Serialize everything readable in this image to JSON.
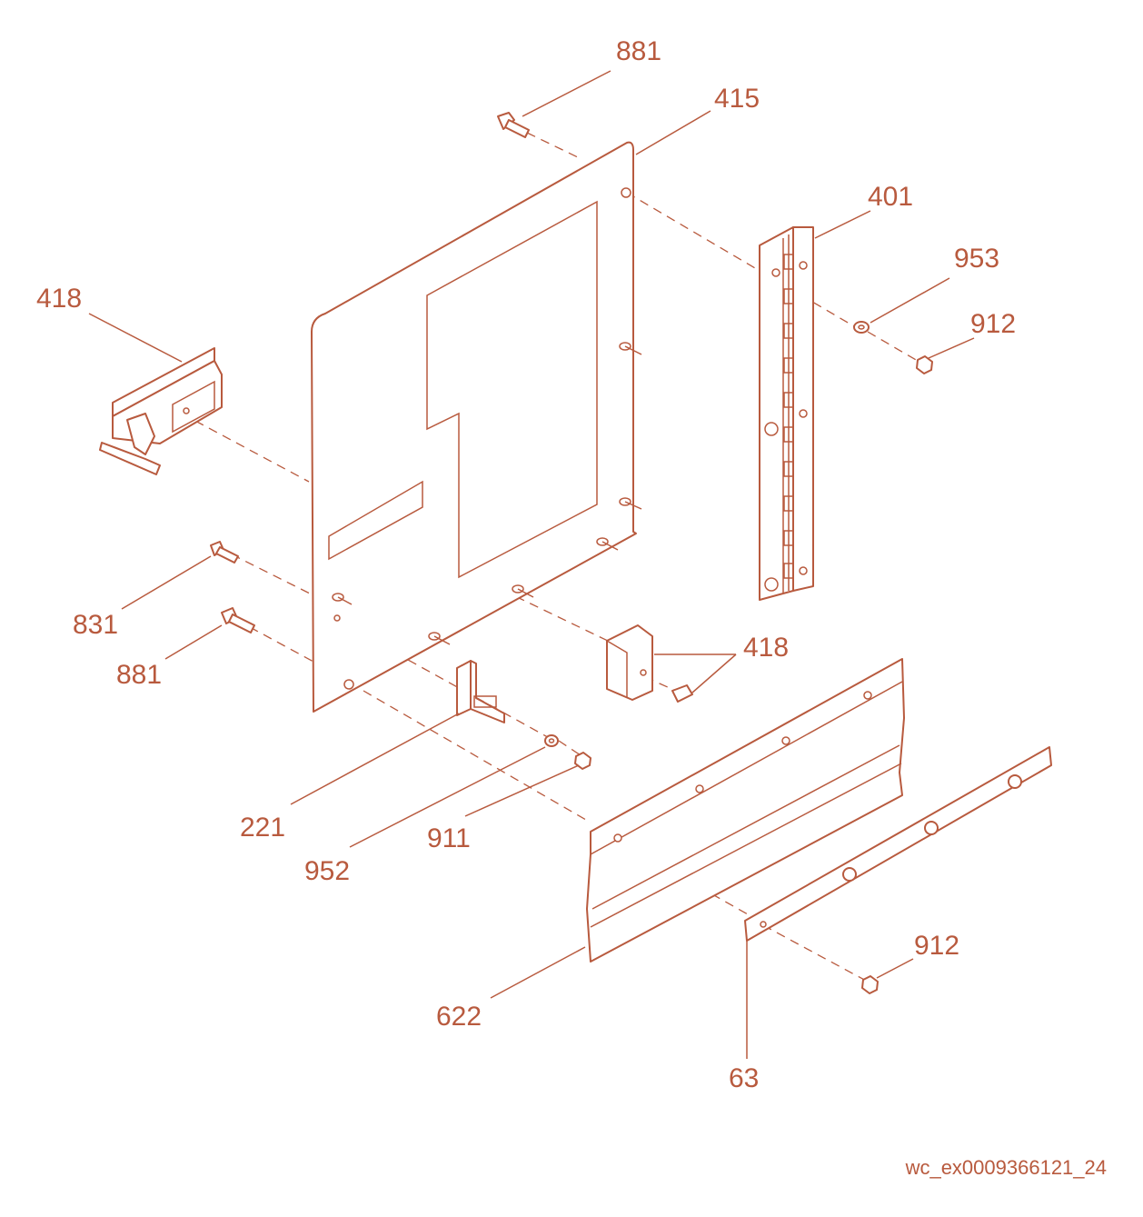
{
  "callouts": [
    {
      "id": "c881a",
      "text": "881"
    },
    {
      "id": "c415",
      "text": "415"
    },
    {
      "id": "c401",
      "text": "401"
    },
    {
      "id": "c953",
      "text": "953"
    },
    {
      "id": "c912a",
      "text": "912"
    },
    {
      "id": "c418a",
      "text": "418"
    },
    {
      "id": "c418b",
      "text": "418"
    },
    {
      "id": "c831",
      "text": "831"
    },
    {
      "id": "c881b",
      "text": "881"
    },
    {
      "id": "c221",
      "text": "221"
    },
    {
      "id": "c952",
      "text": "952"
    },
    {
      "id": "c911",
      "text": "911"
    },
    {
      "id": "c912b",
      "text": "912"
    },
    {
      "id": "c622",
      "text": "622"
    },
    {
      "id": "c63",
      "text": "63"
    }
  ],
  "reference_code": "wc_ex0009366121_24",
  "colors": {
    "line": "#b85a3e",
    "background": "#ffffff"
  }
}
